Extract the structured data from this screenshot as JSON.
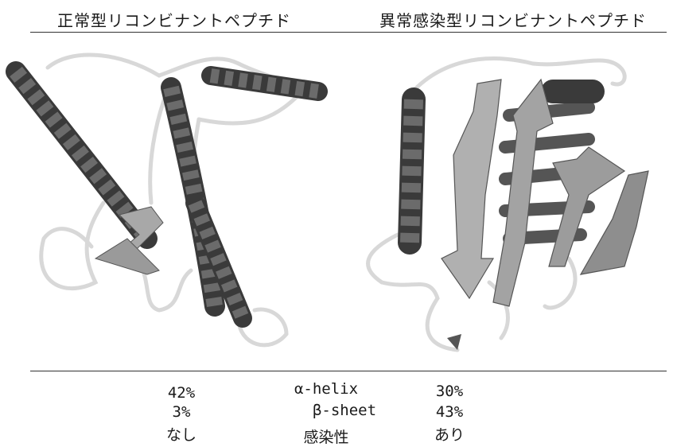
{
  "titles": {
    "left": "正常型リコンビナントペプチド",
    "right": "異常感染型リコンビナントペプチド"
  },
  "comparison": {
    "rows": [
      {
        "label": "α-helix",
        "normal": "42%",
        "abnormal": "30%"
      },
      {
        "label": "β-sheet",
        "normal": "3%",
        "abnormal": "43%"
      },
      {
        "label": "感染性",
        "normal": "なし",
        "abnormal": "あり"
      }
    ]
  },
  "colors": {
    "helix": "#5a5a5a",
    "helix_dark": "#2e2e2e",
    "sheet": "#a8a8a8",
    "coil": "#e8e8e8"
  }
}
